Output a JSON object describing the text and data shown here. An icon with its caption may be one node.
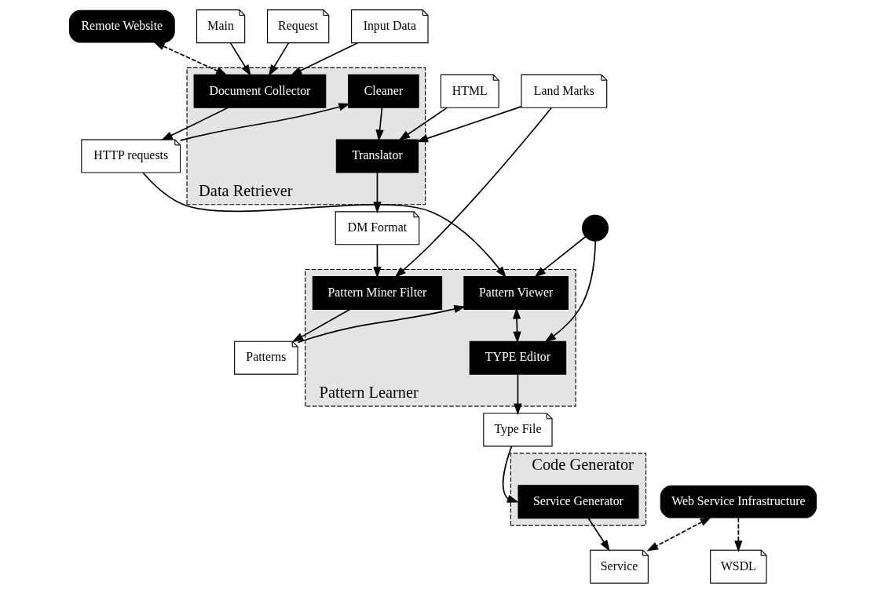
{
  "diagram": {
    "nodes": [
      {
        "text": [
          "Data Retriever"
        ]
      },
      {
        "text": [
          "Document Collector"
        ],
        "in": 0
      },
      {
        "text": [
          "Cleaner"
        ],
        "in": 0
      },
      {
        "text": [
          "Translator"
        ],
        "in": 0
      },
      {
        "text": [
          "Remote Website"
        ]
      },
      {
        "text": [
          "HTTP requests"
        ]
      },
      {
        "text": [
          "Pattern Learner"
        ]
      },
      {
        "text": [
          "Pattern Miner Filter"
        ],
        "in": 6
      },
      {
        "text": [
          "Pattern Viewer"
        ],
        "in": 6
      },
      {
        "text": [
          "TYPE Editor"
        ],
        "in": 6
      },
      {
        "text": [
          "DM Format"
        ]
      },
      {
        "text": [
          "Patterns"
        ]
      },
      {
        "text": [
          "Code Generator"
        ]
      },
      {
        "text": [
          "Service Generator"
        ],
        "in": 12
      },
      {
        "text": [
          "Type File"
        ]
      },
      {
        "text": [
          "Main"
        ]
      },
      {
        "text": [
          "Request"
        ]
      },
      {
        "text": [
          "Input Data"
        ]
      },
      {
        "text": [
          "HTML"
        ]
      },
      {
        "text": [
          "Land Marks"
        ]
      },
      {
        "text": [
          "Web Service Infrastructure"
        ]
      },
      {
        "text": [
          "Service"
        ]
      },
      {
        "text": [
          "WSDL"
        ]
      },
      {
        "text": [],
        "shape": "circle"
      }
    ],
    "edges": [
      {
        "from": 4,
        "to": 1,
        "arrow": "both",
        "style": "dashed"
      },
      {
        "from": 1,
        "to": 5,
        "arrow": "to"
      },
      {
        "from": 5,
        "to": 8,
        "arrow": "to"
      },
      {
        "from": 5,
        "to": 2,
        "arrow": "to"
      },
      {
        "from": 2,
        "to": 3,
        "arrow": "to"
      },
      {
        "from": 3,
        "to": 10,
        "arrow": "to"
      },
      {
        "from": 10,
        "to": 7,
        "arrow": "to"
      },
      {
        "from": 19,
        "to": 7,
        "arrow": "to"
      },
      {
        "from": 7,
        "to": 11,
        "arrow": "to"
      },
      {
        "from": 11,
        "to": 8,
        "arrow": "to"
      },
      {
        "from": 8,
        "to": 9,
        "arrow": "both"
      },
      {
        "from": 23,
        "to": 8,
        "arrow": "to"
      },
      {
        "from": 23,
        "to": 9,
        "arrow": "to"
      },
      {
        "from": 9,
        "to": 14,
        "arrow": "to"
      },
      {
        "from": 14,
        "to": 13,
        "arrow": "to"
      },
      {
        "from": 13,
        "to": 21,
        "arrow": "to"
      },
      {
        "from": 20,
        "to": 21,
        "arrow": "both",
        "style": "dashed"
      },
      {
        "from": 20,
        "to": 22,
        "arrow": "to",
        "style": "dashed"
      },
      {
        "from": 18,
        "to": 3,
        "arrow": "to"
      },
      {
        "from": 19,
        "to": 3,
        "arrow": "to"
      },
      {
        "from": 15,
        "to": 1,
        "arrow": "to"
      },
      {
        "from": 16,
        "to": 1,
        "arrow": "to"
      },
      {
        "from": 17,
        "to": 1,
        "arrow": "to"
      }
    ]
  }
}
